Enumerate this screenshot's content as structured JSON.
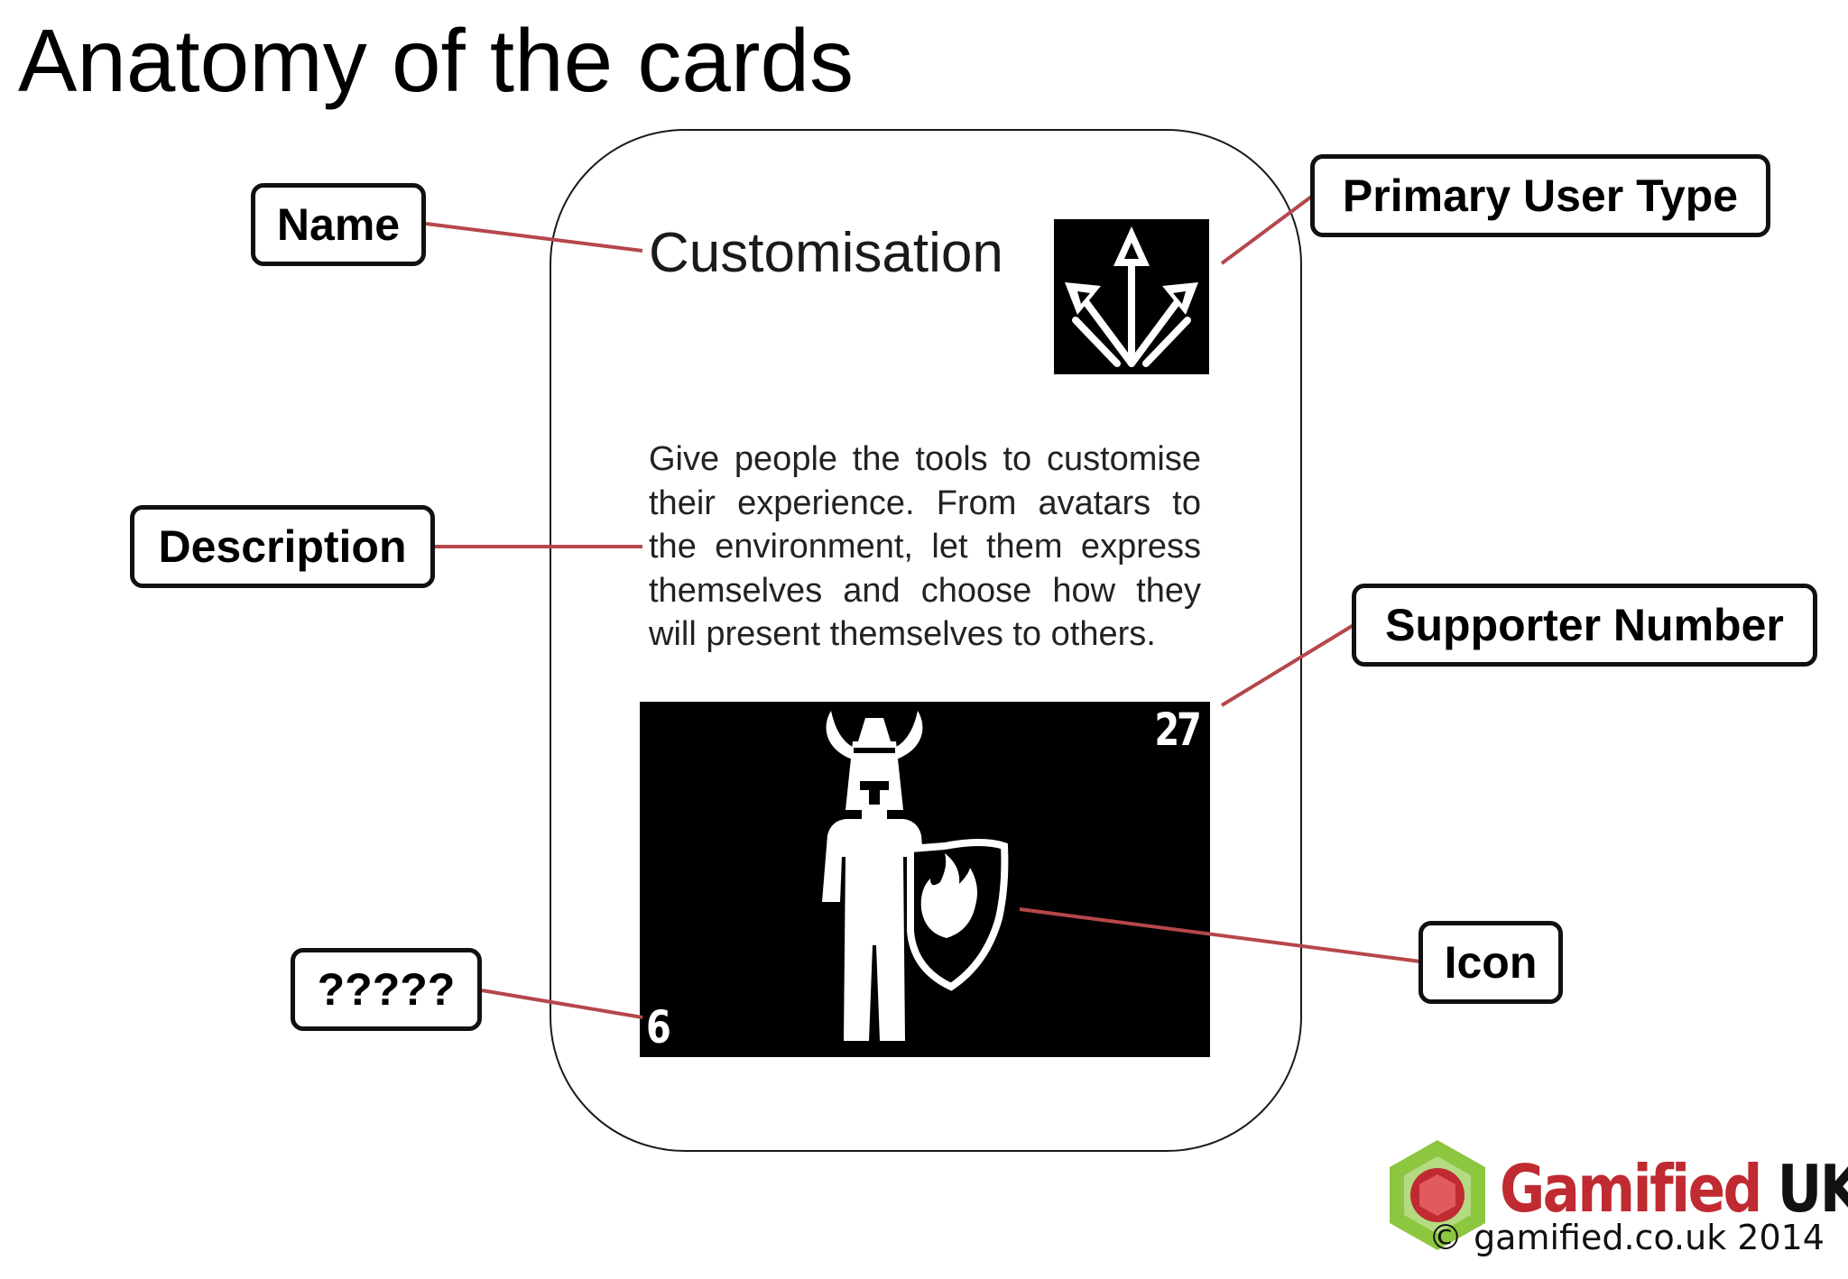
{
  "slide": {
    "title": "Anatomy of the cards"
  },
  "card": {
    "name": "Customisation",
    "description": "Give people the tools to customise their experience. From avatars to the environment, let them express themselves and choose how they will present themselves to others.",
    "supporter_number": "27",
    "corner_number": "6",
    "primary_user_type_icon": "branching-arrows-icon",
    "art_icon": "knight-with-shield-icon"
  },
  "callouts": {
    "name": "Name",
    "description": "Description",
    "unknown": "?????",
    "primary_user_type": "Primary User Type",
    "supporter_number": "Supporter Number",
    "icon": "Icon"
  },
  "branding": {
    "logo_word": "Gamified",
    "logo_suffix": "UK",
    "copyright": "© gamified.co.uk 2014"
  },
  "colors": {
    "leader_line": "#b5474b",
    "logo_red": "#c02a31",
    "logo_green": "#8dc63f",
    "card_border": "#1a1a1a"
  }
}
